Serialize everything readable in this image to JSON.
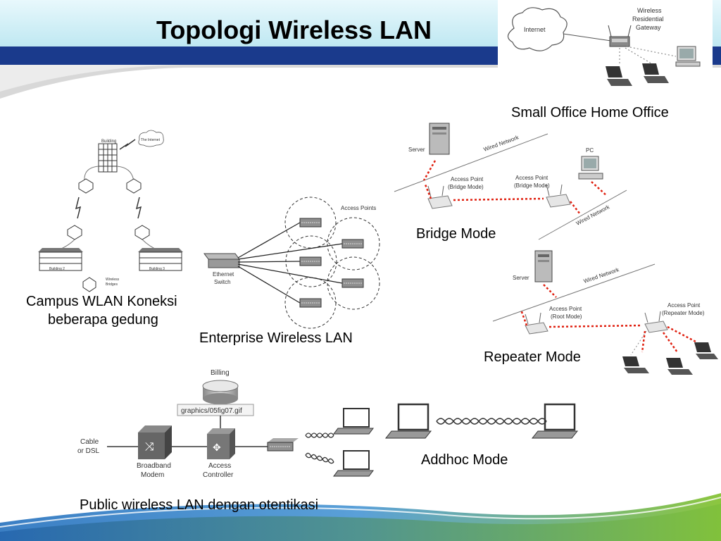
{
  "slide": {
    "title": "Topologi Wireless LAN"
  },
  "captions": {
    "soho": "Small Office Home Office",
    "bridge": "Bridge Mode",
    "campus_line1": "Campus WLAN Koneksi",
    "campus_line2": "beberapa gedung",
    "enterprise": "Enterprise Wireless LAN",
    "repeater": "Repeater Mode",
    "adhoc": "Addhoc Mode",
    "public": "Public wireless LAN dengan otentikasi"
  },
  "soho": {
    "internet": "Internet",
    "gateway_line1": "Wireless",
    "gateway_line2": "Residential",
    "gateway_line3": "Gateway"
  },
  "bridge": {
    "server": "Server",
    "pc": "PC",
    "wired1": "Wired Network",
    "wired2": "Wired Network",
    "ap1_line1": "Access Point",
    "ap1_line2": "(Bridge Mode)",
    "ap2_line1": "Access Point",
    "ap2_line2": "(Bridge Mode)"
  },
  "campus": {
    "building": "Building",
    "internet": "The Internet",
    "building2": "Building 2",
    "building3": "Building 3",
    "bridges_line1": "Wireless",
    "bridges_line2": "Bridges"
  },
  "enterprise": {
    "access_points": "Access Points",
    "switch_line1": "Ethernet",
    "switch_line2": "Switch"
  },
  "repeater": {
    "server": "Server",
    "wired": "Wired Network",
    "root_line1": "Access Point",
    "root_line2": "(Root Mode)",
    "rep_line1": "Access Point",
    "rep_line2": "(Repeater Mode)"
  },
  "public": {
    "billing": "Billing",
    "graphics": "graphics/05fig07.gif",
    "cable_line1": "Cable",
    "cable_line2": "or DSL",
    "modem_line1": "Broadband",
    "modem_line2": "Modem",
    "controller_line1": "Access",
    "controller_line2": "Controller"
  },
  "colors": {
    "header_blue": "#1a3a8c",
    "header_light": "#cfeef6",
    "wave_green": "#8cc63f",
    "wave_blue": "#2a73b8",
    "dash_red": "#e02010"
  }
}
